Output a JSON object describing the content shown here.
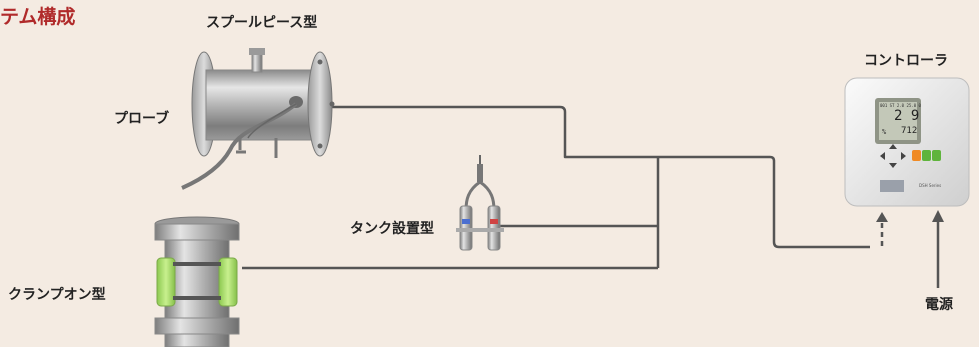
{
  "title": "テム構成",
  "labels": {
    "spool_piece": "スプールピース型",
    "probe": "プローブ",
    "tank": "タンク設置型",
    "clamp_on": "クランプオン型",
    "controller": "コントローラ",
    "power": "電源"
  },
  "controller_display": {
    "main_value": "2 9",
    "unit": "%",
    "sub_value": "712",
    "header_row": "001  ST  2.0  25.0  0",
    "brand_text": "DSH Series"
  },
  "colors": {
    "title": "#b02a2a",
    "background": "#f4ebe2",
    "cable": "#555555",
    "sensor_green": "#b6e27a",
    "key_orange": "#f08a24",
    "key_green": "#5fb43c"
  }
}
